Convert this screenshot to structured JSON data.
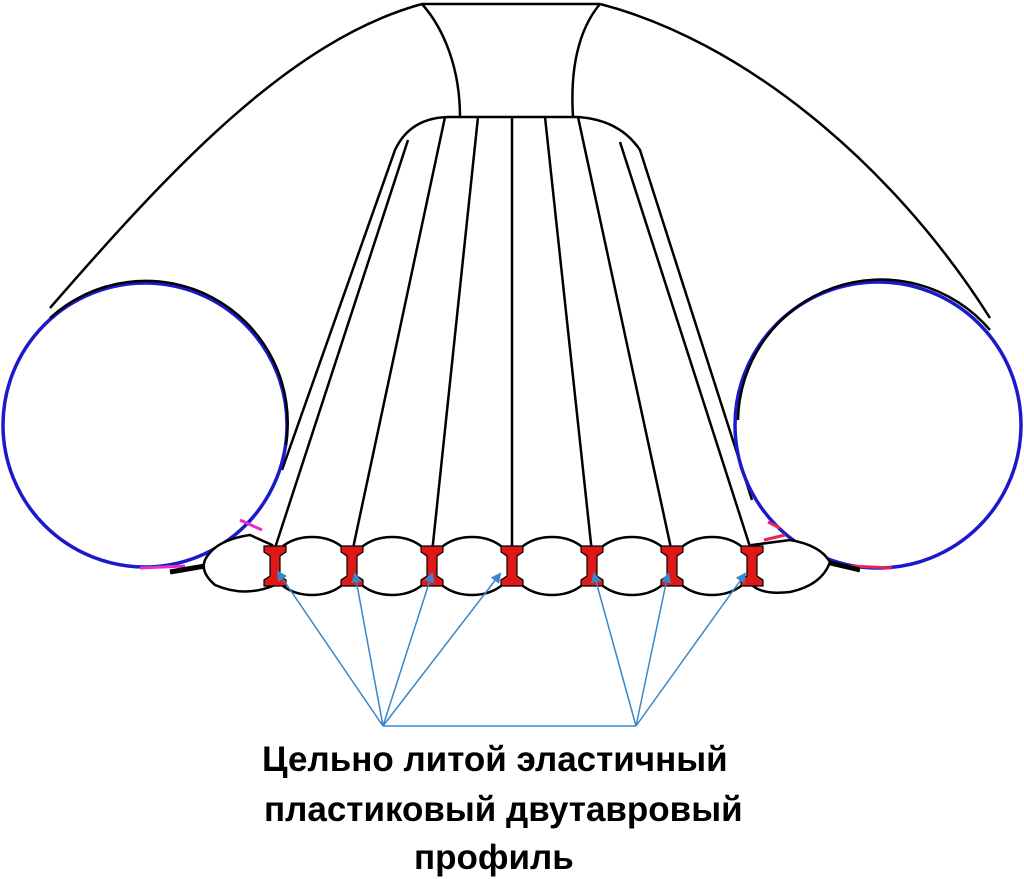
{
  "caption": {
    "lines": [
      "Цельно литой эластичный",
      "пластиковый двутавровый",
      "профиль"
    ]
  },
  "colors": {
    "outline": "#000000",
    "drum": "#1a1acc",
    "profile": "#e01818",
    "arrow": "#3a86c8",
    "seal_magenta": "#e62ec8",
    "seal_red": "#e8245a"
  }
}
